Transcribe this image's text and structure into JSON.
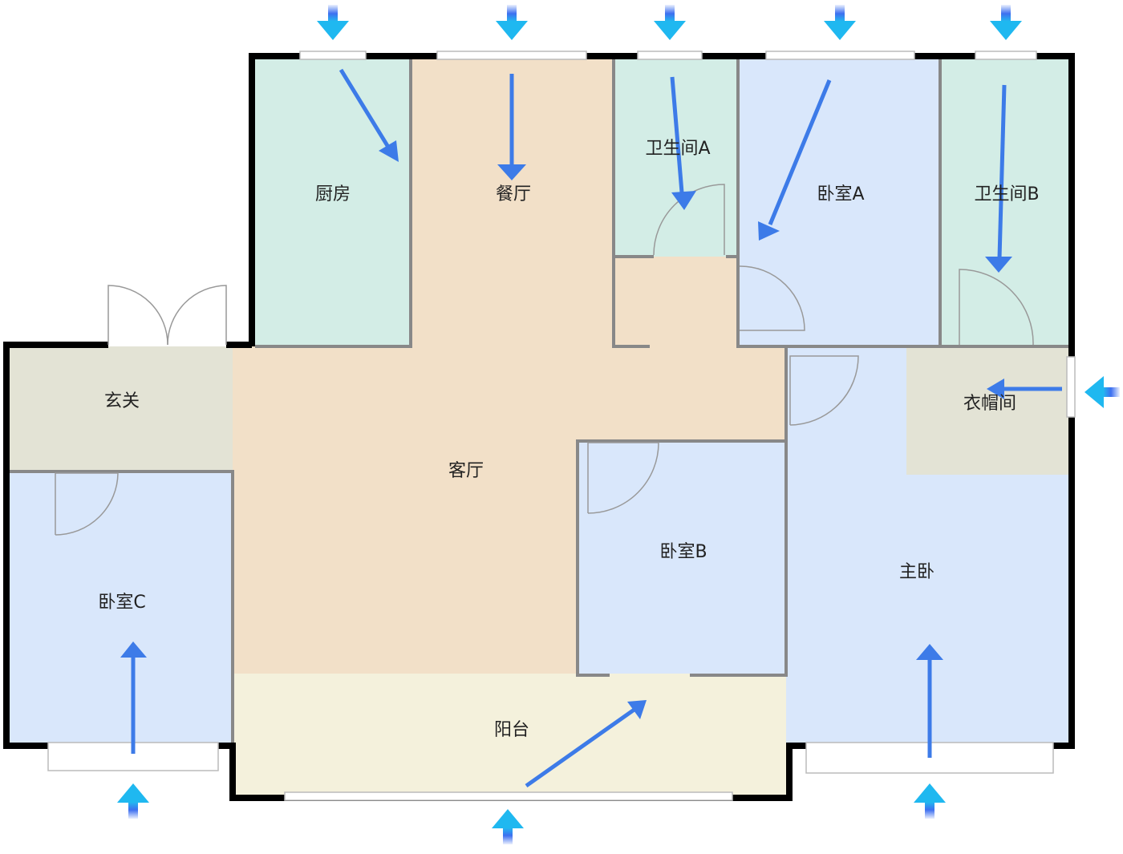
{
  "rooms": {
    "kitchen": "厨房",
    "dining": "餐厅",
    "bath_a": "卫生间A",
    "bedroom_a": "卧室A",
    "bath_b": "卫生间B",
    "entrance": "玄关",
    "living": "客厅",
    "cloakroom": "衣帽间",
    "bedroom_b": "卧室B",
    "master": "主卧",
    "bedroom_c": "卧室C",
    "balcony": "阳台"
  },
  "colors": {
    "wet": "#d3ede6",
    "public": "#f2e0c8",
    "bedroom": "#d9e7fb",
    "entrance": "#e3e3d5",
    "balcony": "#f4f1dc",
    "flow_arrow": "#3d7be8",
    "inlet_top": "#1fc3f0",
    "inlet_bottom": "#3d6ff0"
  }
}
